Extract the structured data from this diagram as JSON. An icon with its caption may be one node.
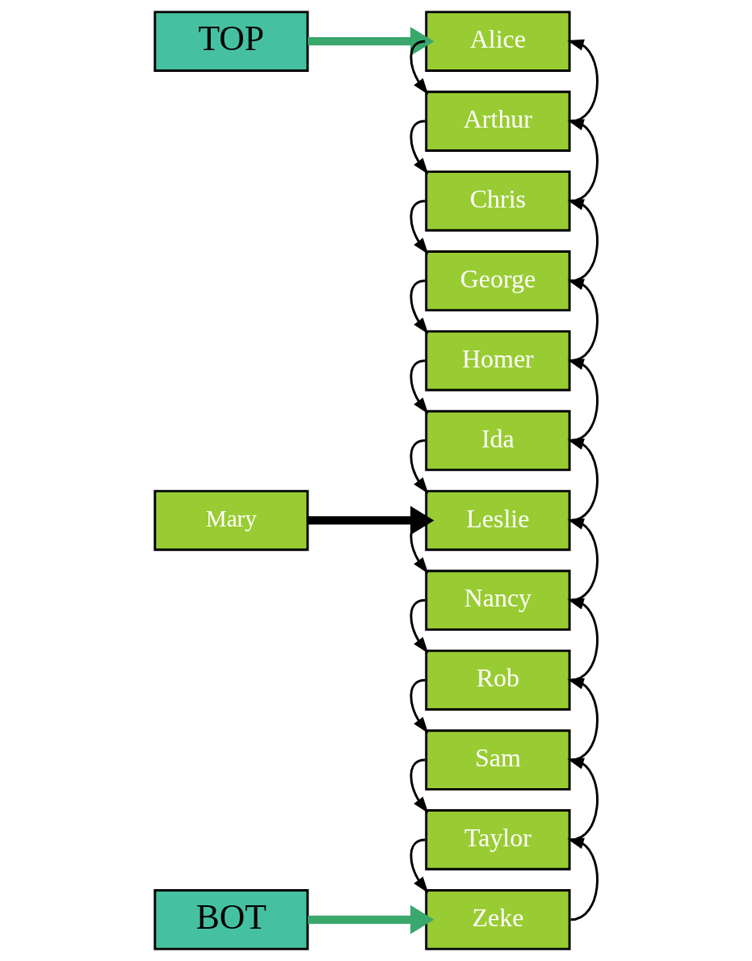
{
  "diagram": {
    "nodes": [
      {
        "text": [
          "TOP"
        ]
      },
      {
        "text": [
          "Mary"
        ]
      },
      {
        "text": [
          "BOT"
        ]
      },
      {
        "text": [
          "Alice"
        ]
      },
      {
        "text": [
          "Arthur"
        ]
      },
      {
        "text": [
          "Chris"
        ]
      },
      {
        "text": [
          "George"
        ]
      },
      {
        "text": [
          "Homer"
        ]
      },
      {
        "text": [
          "Ida"
        ]
      },
      {
        "text": [
          "Leslie"
        ]
      },
      {
        "text": [
          "Nancy"
        ]
      },
      {
        "text": [
          "Rob"
        ]
      },
      {
        "text": [
          "Sam"
        ]
      },
      {
        "text": [
          "Taylor"
        ]
      },
      {
        "text": [
          "Zeke"
        ]
      }
    ],
    "edges": [
      {
        "from": 0,
        "to": 3,
        "arrow": "to",
        "style": "thick",
        "color": "#3aa76d"
      },
      {
        "from": 1,
        "to": 9,
        "arrow": "to",
        "style": "thick",
        "color": "#000000"
      },
      {
        "from": 2,
        "to": 14,
        "arrow": "to",
        "style": "thick",
        "color": "#3aa76d"
      },
      {
        "from": 3,
        "to": 4,
        "arrow": "to"
      },
      {
        "from": 4,
        "to": 3,
        "arrow": "to"
      },
      {
        "from": 4,
        "to": 5,
        "arrow": "to"
      },
      {
        "from": 5,
        "to": 4,
        "arrow": "to"
      },
      {
        "from": 5,
        "to": 6,
        "arrow": "to"
      },
      {
        "from": 6,
        "to": 5,
        "arrow": "to"
      },
      {
        "from": 6,
        "to": 7,
        "arrow": "to"
      },
      {
        "from": 7,
        "to": 6,
        "arrow": "to"
      },
      {
        "from": 7,
        "to": 8,
        "arrow": "to"
      },
      {
        "from": 8,
        "to": 7,
        "arrow": "to"
      },
      {
        "from": 8,
        "to": 9,
        "arrow": "to"
      },
      {
        "from": 9,
        "to": 8,
        "arrow": "to"
      },
      {
        "from": 9,
        "to": 10,
        "arrow": "to"
      },
      {
        "from": 10,
        "to": 9,
        "arrow": "to"
      },
      {
        "from": 10,
        "to": 11,
        "arrow": "to"
      },
      {
        "from": 11,
        "to": 10,
        "arrow": "to"
      },
      {
        "from": 11,
        "to": 12,
        "arrow": "to"
      },
      {
        "from": 12,
        "to": 11,
        "arrow": "to"
      },
      {
        "from": 12,
        "to": 13,
        "arrow": "to"
      },
      {
        "from": 13,
        "to": 12,
        "arrow": "to"
      },
      {
        "from": 13,
        "to": 14,
        "arrow": "to"
      },
      {
        "from": 14,
        "to": 13,
        "arrow": "to"
      }
    ]
  }
}
